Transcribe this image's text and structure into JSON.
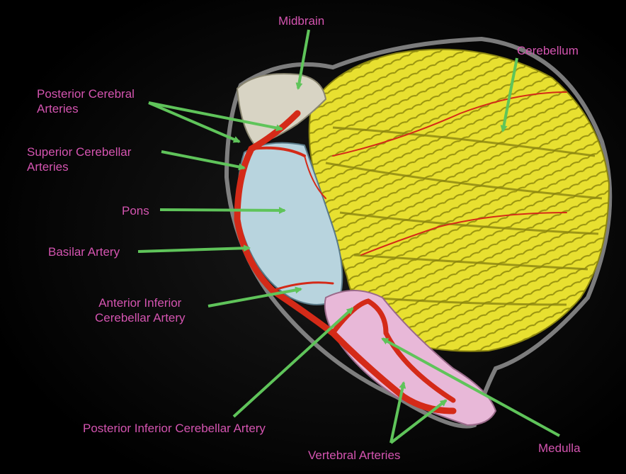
{
  "labels": {
    "midbrain": "Midbrain",
    "cerebellum": "Cerebellum",
    "posterior_cerebral": "Posterior Cerebral\nArteries",
    "superior_cerebellar": "Superior Cerebellar\nArteries",
    "pons": "Pons",
    "basilar": "Basilar Artery",
    "anterior_inferior": "Anterior Inferior\nCerebellar Artery",
    "posterior_inferior": "Posterior Inferior Cerebellar Artery",
    "vertebral": "Vertebral Arteries",
    "medulla": "Medulla"
  },
  "colors": {
    "background": "#000000",
    "label_text": "#d454b0",
    "arrow": "#5fc45a",
    "cerebellum": "#e8e030",
    "midbrain": "#d8d4c4",
    "pons": "#b8d4de",
    "medulla": "#e8b8d8",
    "artery": "#d42a18"
  },
  "icons": [
    "brainstem-cerebellum-illustration",
    "pointer-arrow"
  ]
}
